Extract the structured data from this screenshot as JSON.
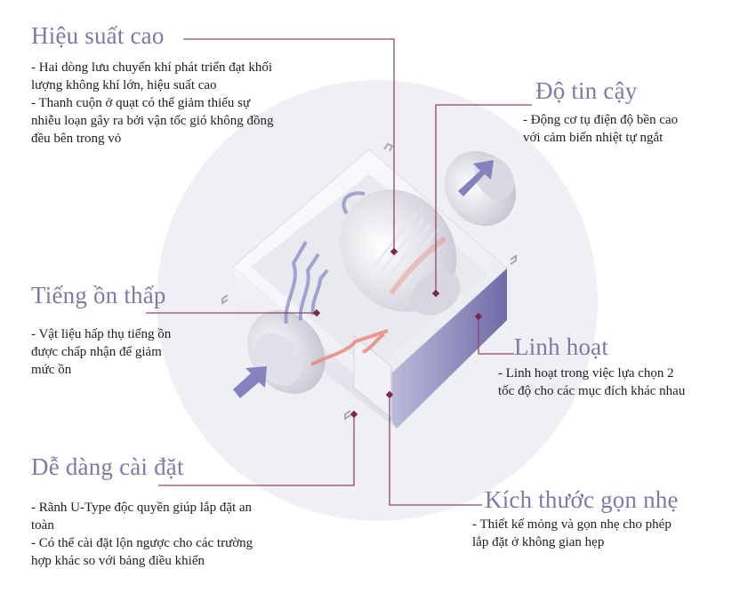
{
  "colors": {
    "heading": "#7f78a8",
    "body_text": "#1e1e1e",
    "leader_line": "#8a4a68",
    "background_circle": "#eef0f4",
    "airflow_in": "#8d89c4",
    "airflow_hot": "#e88a7c"
  },
  "features": [
    {
      "title": "Hiệu suất cao",
      "lines": [
        "- Hai dòng lưu chuyển khí phát triển đạt khối",
        "lượng không khí lớn, hiệu suất cao",
        "- Thanh cuộn ở quạt có thể giảm thiểu sự",
        "nhiễu loạn gây ra bởi vận tốc gió không đồng",
        "đều bên trong vỏ"
      ]
    },
    {
      "title": "Độ tin cậy",
      "lines": [
        "- Động cơ tụ điện độ bền cao",
        "với cảm biến nhiệt tự ngắt"
      ]
    },
    {
      "title": "Tiếng ồn thấp",
      "lines": [
        "- Vật liệu hấp thụ tiếng ồn",
        "được chấp nhận để giảm",
        "mức ồn"
      ]
    },
    {
      "title": "Linh hoạt",
      "lines": [
        "- Linh hoạt trong việc lựa chọn 2",
        "tốc độ cho các mục đích khác nhau"
      ]
    },
    {
      "title": "Dễ dàng cài đặt",
      "lines": [
        "- Rãnh U-Type độc quyền giúp lắp đặt an",
        "toàn",
        "- Có thể cài đặt lộn ngược cho các trường",
        "hợp khác so với bảng điều khiển"
      ]
    },
    {
      "title": "Kích thước gọn nhẹ",
      "lines": [
        "- Thiết kế mỏng và gọn nhẹ cho phép",
        "lắp đặt ở không gian hẹp"
      ]
    }
  ],
  "illustration": {
    "subject": "ventilation-fan-cutaway",
    "icons": [
      "airflow-inlet-arrow-icon",
      "airflow-outlet-arrow-icon",
      "u-type-bracket-icon"
    ]
  }
}
